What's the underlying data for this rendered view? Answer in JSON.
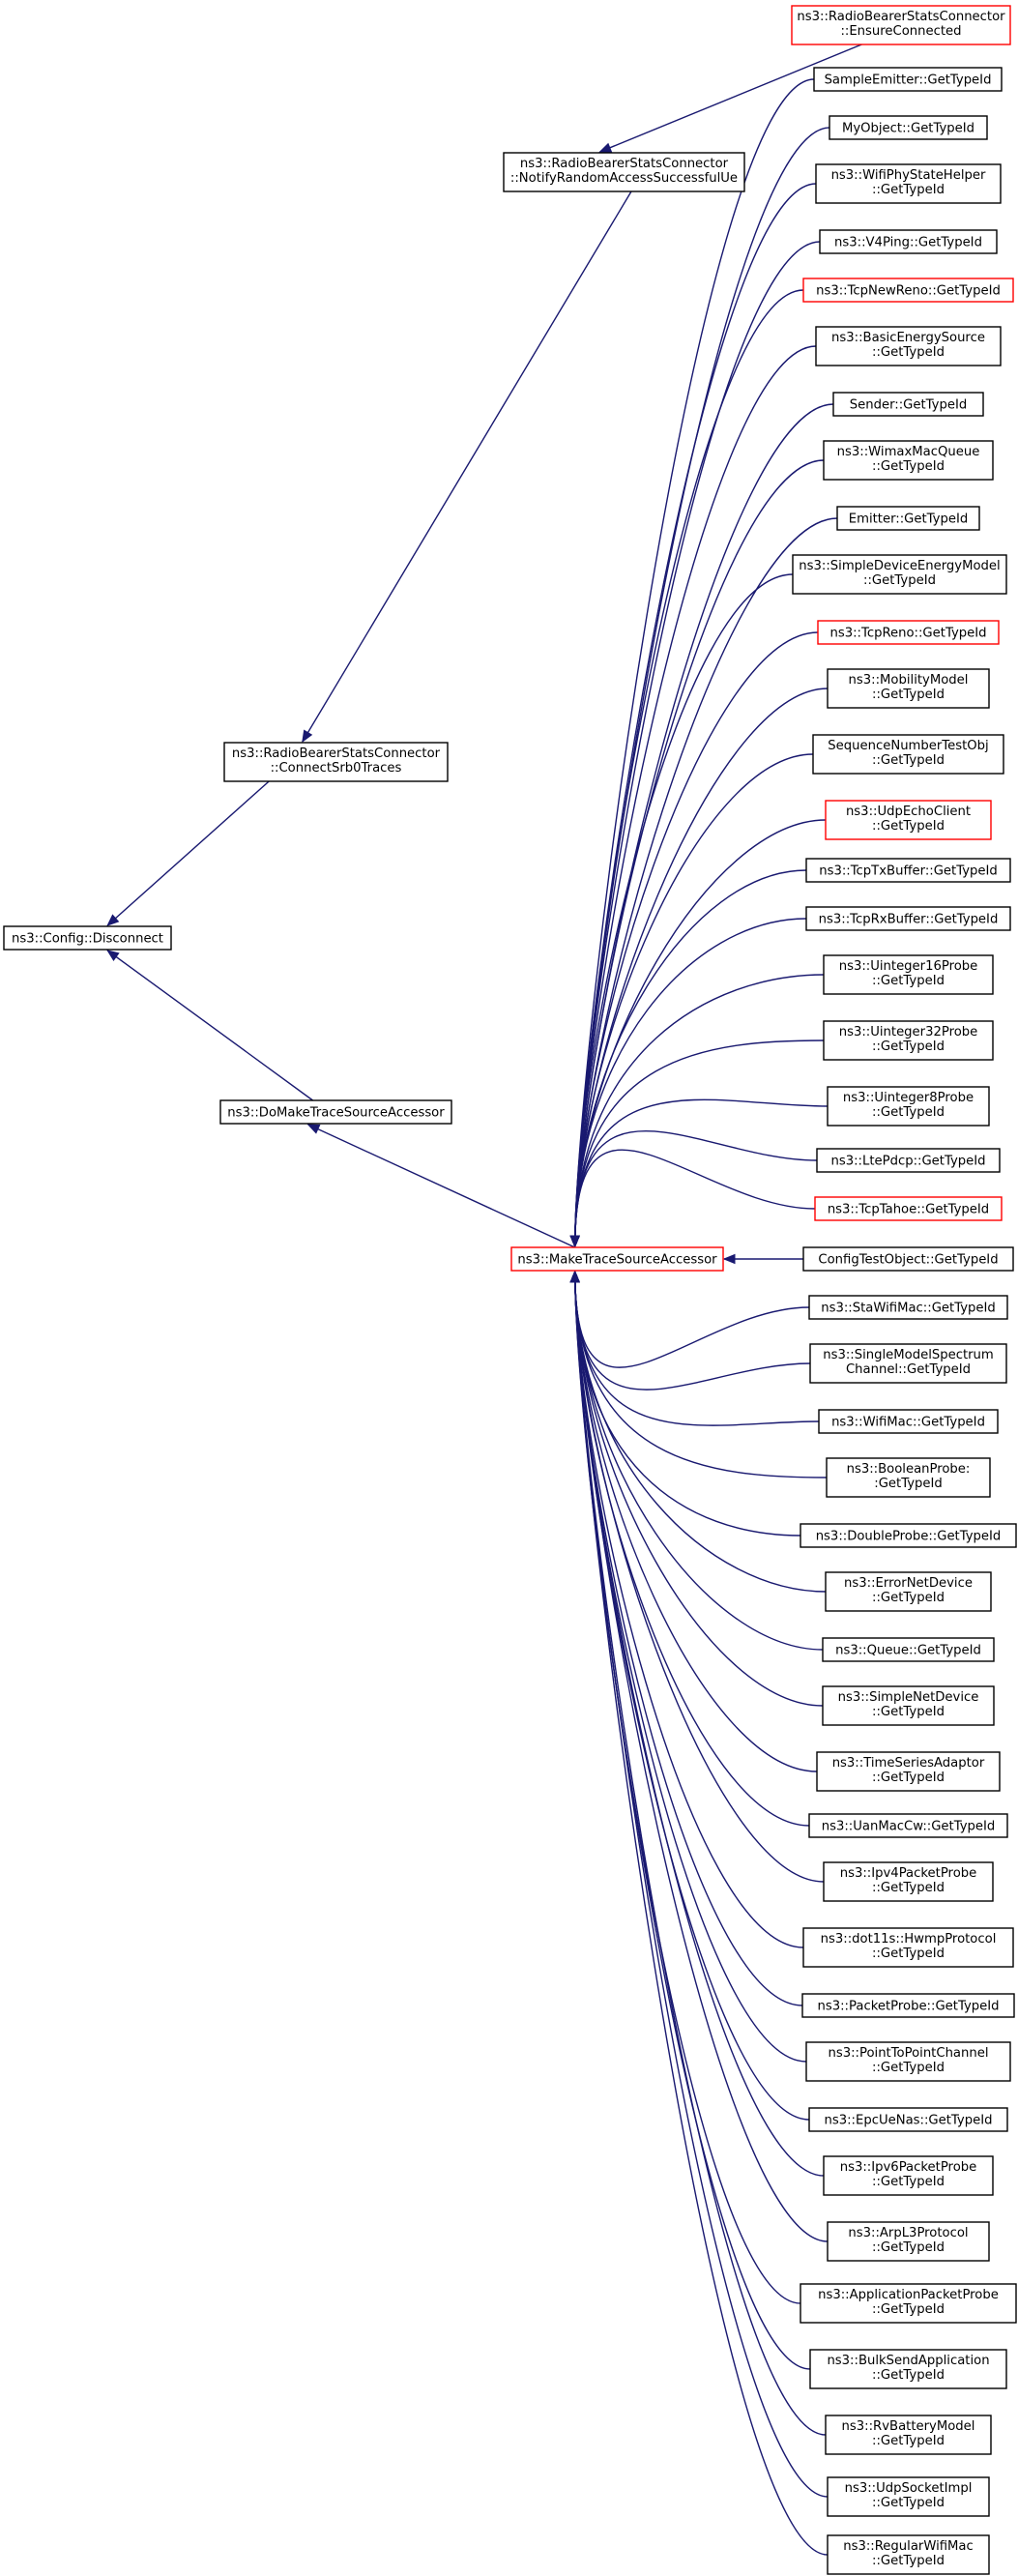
{
  "colors": {
    "edge": "#191970",
    "node_border": "#000000",
    "node_border_truncated": "#ff0000",
    "root_fill": "#bfbfbf",
    "node_fill": "#ffffff"
  },
  "nodes": {
    "config_disconnect": {
      "lines": [
        "ns3::Config::Disconnect"
      ],
      "root": true
    },
    "connect_srb0": {
      "lines": [
        "ns3::RadioBearerStatsConnector",
        "::ConnectSrb0Traces"
      ]
    },
    "notify_ras": {
      "lines": [
        "ns3::RadioBearerStatsConnector",
        "::NotifyRandomAccessSuccessfulUe"
      ]
    },
    "ensure_connected": {
      "lines": [
        "ns3::RadioBearerStatsConnector",
        "::EnsureConnected"
      ],
      "truncated": true
    },
    "do_make_tsa": {
      "lines": [
        "ns3::DoMakeTraceSourceAccessor"
      ]
    },
    "make_tsa": {
      "lines": [
        "ns3::MakeTraceSourceAccessor"
      ],
      "truncated": true
    },
    "c1": {
      "lines": [
        "SampleEmitter::GetTypeId"
      ]
    },
    "c2": {
      "lines": [
        "MyObject::GetTypeId"
      ]
    },
    "c3": {
      "lines": [
        "ns3::WifiPhyStateHelper",
        "::GetTypeId"
      ]
    },
    "c4": {
      "lines": [
        "ns3::V4Ping::GetTypeId"
      ]
    },
    "c5": {
      "lines": [
        "ns3::TcpNewReno::GetTypeId"
      ],
      "truncated": true
    },
    "c6": {
      "lines": [
        "ns3::BasicEnergySource",
        "::GetTypeId"
      ]
    },
    "c7": {
      "lines": [
        "Sender::GetTypeId"
      ]
    },
    "c8": {
      "lines": [
        "ns3::WimaxMacQueue",
        "::GetTypeId"
      ]
    },
    "c9": {
      "lines": [
        "Emitter::GetTypeId"
      ]
    },
    "c10": {
      "lines": [
        "ns3::SimpleDeviceEnergyModel",
        "::GetTypeId"
      ]
    },
    "c11": {
      "lines": [
        "ns3::TcpReno::GetTypeId"
      ],
      "truncated": true
    },
    "c12": {
      "lines": [
        "ns3::MobilityModel",
        "::GetTypeId"
      ]
    },
    "c13": {
      "lines": [
        "SequenceNumberTestObj",
        "::GetTypeId"
      ]
    },
    "c14": {
      "lines": [
        "ns3::UdpEchoClient",
        "::GetTypeId"
      ],
      "truncated": true
    },
    "c15": {
      "lines": [
        "ns3::TcpTxBuffer::GetTypeId"
      ]
    },
    "c16": {
      "lines": [
        "ns3::TcpRxBuffer::GetTypeId"
      ]
    },
    "c17": {
      "lines": [
        "ns3::Uinteger16Probe",
        "::GetTypeId"
      ]
    },
    "c18": {
      "lines": [
        "ns3::Uinteger32Probe",
        "::GetTypeId"
      ]
    },
    "c19": {
      "lines": [
        "ns3::Uinteger8Probe",
        "::GetTypeId"
      ]
    },
    "c20": {
      "lines": [
        "ns3::LtePdcp::GetTypeId"
      ]
    },
    "c21": {
      "lines": [
        "ns3::TcpTahoe::GetTypeId"
      ],
      "truncated": true
    },
    "c22": {
      "lines": [
        "ConfigTestObject::GetTypeId"
      ]
    },
    "c23": {
      "lines": [
        "ns3::StaWifiMac::GetTypeId"
      ]
    },
    "c24": {
      "lines": [
        "ns3::SingleModelSpectrum",
        "Channel::GetTypeId"
      ]
    },
    "c25": {
      "lines": [
        "ns3::WifiMac::GetTypeId"
      ]
    },
    "c26": {
      "lines": [
        "ns3::BooleanProbe:",
        ":GetTypeId"
      ]
    },
    "c27": {
      "lines": [
        "ns3::DoubleProbe::GetTypeId"
      ]
    },
    "c28": {
      "lines": [
        "ns3::ErrorNetDevice",
        "::GetTypeId"
      ]
    },
    "c29": {
      "lines": [
        "ns3::Queue::GetTypeId"
      ]
    },
    "c30": {
      "lines": [
        "ns3::SimpleNetDevice",
        "::GetTypeId"
      ]
    },
    "c31": {
      "lines": [
        "ns3::TimeSeriesAdaptor",
        "::GetTypeId"
      ]
    },
    "c32": {
      "lines": [
        "ns3::UanMacCw::GetTypeId"
      ]
    },
    "c33": {
      "lines": [
        "ns3::Ipv4PacketProbe",
        "::GetTypeId"
      ]
    },
    "c34": {
      "lines": [
        "ns3::dot11s::HwmpProtocol",
        "::GetTypeId"
      ]
    },
    "c35": {
      "lines": [
        "ns3::PacketProbe::GetTypeId"
      ]
    },
    "c36": {
      "lines": [
        "ns3::PointToPointChannel",
        "::GetTypeId"
      ]
    },
    "c37": {
      "lines": [
        "ns3::EpcUeNas::GetTypeId"
      ]
    },
    "c38": {
      "lines": [
        "ns3::Ipv6PacketProbe",
        "::GetTypeId"
      ]
    },
    "c39": {
      "lines": [
        "ns3::ArpL3Protocol",
        "::GetTypeId"
      ]
    },
    "c40": {
      "lines": [
        "ns3::ApplicationPacketProbe",
        "::GetTypeId"
      ]
    },
    "c41": {
      "lines": [
        "ns3::BulkSendApplication",
        "::GetTypeId"
      ]
    },
    "c42": {
      "lines": [
        "ns3::RvBatteryModel",
        "::GetTypeId"
      ]
    },
    "c43": {
      "lines": [
        "ns3::UdpSocketImpl",
        "::GetTypeId"
      ]
    },
    "c44": {
      "lines": [
        "ns3::RegularWifiMac",
        "::GetTypeId"
      ]
    }
  },
  "edges": [
    [
      "connect_srb0",
      "config_disconnect"
    ],
    [
      "do_make_tsa",
      "config_disconnect"
    ],
    [
      "notify_ras",
      "connect_srb0"
    ],
    [
      "ensure_connected",
      "notify_ras"
    ],
    [
      "make_tsa",
      "do_make_tsa"
    ],
    [
      "c1",
      "make_tsa"
    ],
    [
      "c2",
      "make_tsa"
    ],
    [
      "c3",
      "make_tsa"
    ],
    [
      "c4",
      "make_tsa"
    ],
    [
      "c5",
      "make_tsa"
    ],
    [
      "c6",
      "make_tsa"
    ],
    [
      "c7",
      "make_tsa"
    ],
    [
      "c8",
      "make_tsa"
    ],
    [
      "c9",
      "make_tsa"
    ],
    [
      "c10",
      "make_tsa"
    ],
    [
      "c11",
      "make_tsa"
    ],
    [
      "c12",
      "make_tsa"
    ],
    [
      "c13",
      "make_tsa"
    ],
    [
      "c14",
      "make_tsa"
    ],
    [
      "c15",
      "make_tsa"
    ],
    [
      "c16",
      "make_tsa"
    ],
    [
      "c17",
      "make_tsa"
    ],
    [
      "c18",
      "make_tsa"
    ],
    [
      "c19",
      "make_tsa"
    ],
    [
      "c20",
      "make_tsa"
    ],
    [
      "c21",
      "make_tsa"
    ],
    [
      "c22",
      "make_tsa"
    ],
    [
      "c23",
      "make_tsa"
    ],
    [
      "c24",
      "make_tsa"
    ],
    [
      "c25",
      "make_tsa"
    ],
    [
      "c26",
      "make_tsa"
    ],
    [
      "c27",
      "make_tsa"
    ],
    [
      "c28",
      "make_tsa"
    ],
    [
      "c29",
      "make_tsa"
    ],
    [
      "c30",
      "make_tsa"
    ],
    [
      "c31",
      "make_tsa"
    ],
    [
      "c32",
      "make_tsa"
    ],
    [
      "c33",
      "make_tsa"
    ],
    [
      "c34",
      "make_tsa"
    ],
    [
      "c35",
      "make_tsa"
    ],
    [
      "c36",
      "make_tsa"
    ],
    [
      "c37",
      "make_tsa"
    ],
    [
      "c38",
      "make_tsa"
    ],
    [
      "c39",
      "make_tsa"
    ],
    [
      "c40",
      "make_tsa"
    ],
    [
      "c41",
      "make_tsa"
    ],
    [
      "c42",
      "make_tsa"
    ],
    [
      "c43",
      "make_tsa"
    ],
    [
      "c44",
      "make_tsa"
    ]
  ]
}
